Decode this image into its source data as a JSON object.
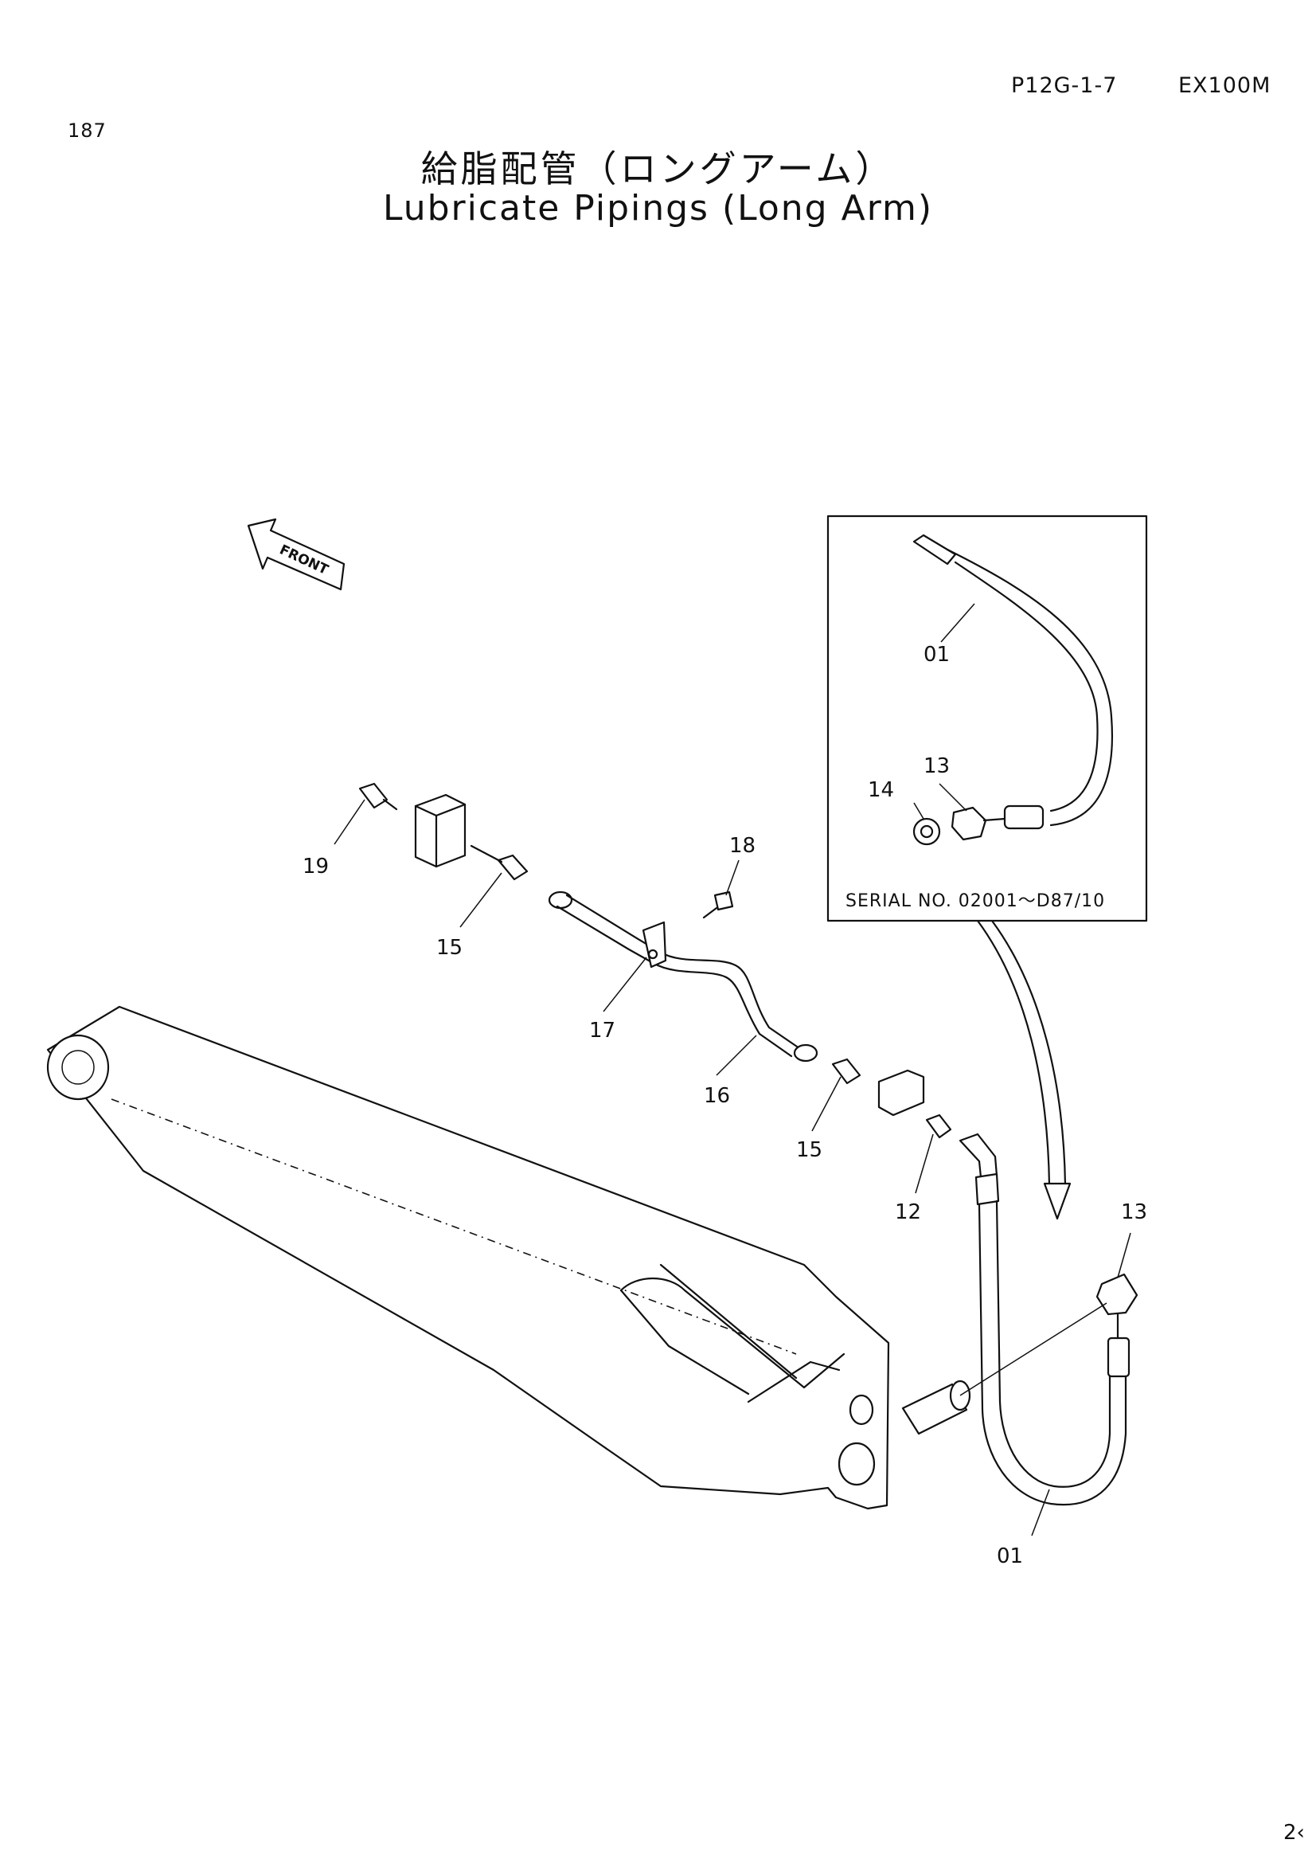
{
  "header": {
    "page_code": "P12G-1-7",
    "model": "EX100M",
    "page_number": "187"
  },
  "title": {
    "japanese": "給脂配管（ロングアーム）",
    "english": "Lubricate Pipings (Long Arm)"
  },
  "orientation_label": "FRONT",
  "inset": {
    "serial_label": "SERIAL NO. 02001～D87/10",
    "callouts": [
      "01",
      "13",
      "14"
    ]
  },
  "callouts": {
    "c19": "19",
    "c15a": "15",
    "c18": "18",
    "c17": "17",
    "c16": "16",
    "c15b": "15",
    "c12": "12",
    "c13": "13",
    "c01": "01"
  },
  "corner_number": "2‹"
}
